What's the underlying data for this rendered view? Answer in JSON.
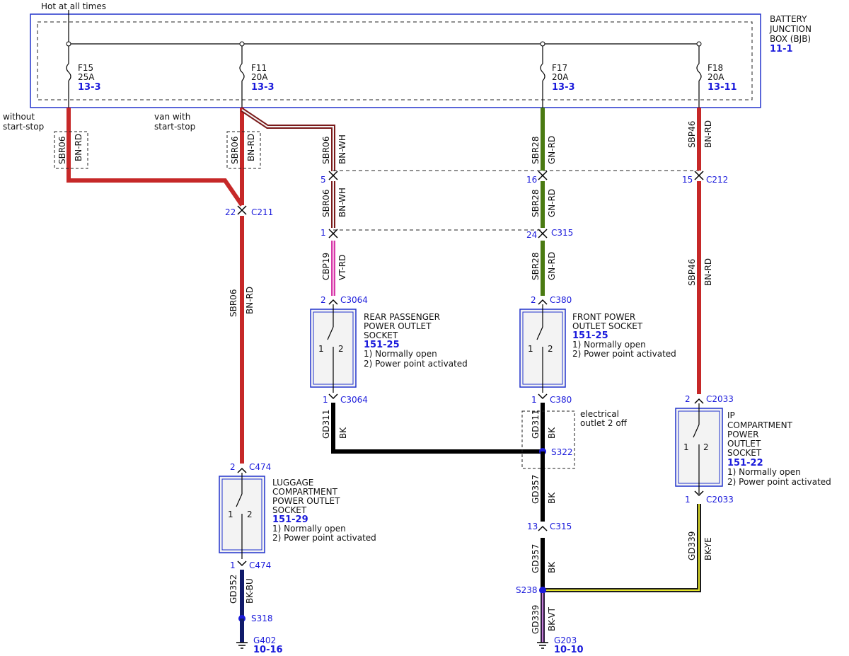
{
  "header": {
    "hot_label": "Hot at all times"
  },
  "bjb": {
    "title_lines": [
      "BATTERY",
      "JUNCTION",
      "BOX (BJB)"
    ],
    "ref": "11-1"
  },
  "fuses": [
    {
      "id": "F15",
      "amps": "25A",
      "ref": "13-3"
    },
    {
      "id": "F11",
      "amps": "20A",
      "ref": "13-3"
    },
    {
      "id": "F17",
      "amps": "20A",
      "ref": "13-3"
    },
    {
      "id": "F18",
      "amps": "20A",
      "ref": "13-11"
    }
  ],
  "variants": {
    "without_lines": [
      "without",
      "start-stop"
    ],
    "with_lines": [
      "van with",
      "start-stop"
    ]
  },
  "wires": {
    "sbr06": "SBR06",
    "bn_rd": "BN-RD",
    "bn_wh": "BN-WH",
    "sbr28": "SBR28",
    "gn_rd": "GN-RD",
    "sbp46": "SBP46",
    "cbp19": "CBP19",
    "vt_rd": "VT-RD",
    "gd311": "GD311",
    "bk": "BK",
    "gd357": "GD357",
    "gd352": "GD352",
    "bk_bu": "BK-BU",
    "gd339": "GD339",
    "bk_ye": "BK-YE",
    "bk_vt": "BK-VT"
  },
  "connectors": {
    "c211": {
      "pin": "22",
      "name": "C211"
    },
    "c212_a": {
      "pin": "5"
    },
    "c212_b": {
      "pin": "16"
    },
    "c212_c": {
      "pin": "15",
      "name": "C212"
    },
    "c315_a": {
      "pin": "1"
    },
    "c315_b": {
      "pin": "24",
      "name": "C315"
    },
    "c3064_top": {
      "pin": "2",
      "name": "C3064"
    },
    "c380_top": {
      "pin": "2",
      "name": "C380"
    },
    "c3064_bot": {
      "pin": "1",
      "name": "C3064"
    },
    "c380_bot": {
      "pin": "1",
      "name": "C380"
    },
    "c474_top": {
      "pin": "2",
      "name": "C474"
    },
    "c474_bot": {
      "pin": "1",
      "name": "C474"
    },
    "c2033_top": {
      "pin": "2",
      "name": "C2033"
    },
    "c2033_bot": {
      "pin": "1",
      "name": "C2033"
    },
    "c315_lower": {
      "pin": "13",
      "name": "C315"
    }
  },
  "splices": {
    "s322": "S322",
    "s318": "S318",
    "s238": "S238"
  },
  "grounds": {
    "g402": {
      "name": "G402",
      "ref": "10-16"
    },
    "g203": {
      "name": "G203",
      "ref": "10-10"
    }
  },
  "components": {
    "rear": {
      "lines": [
        "REAR PASSENGER",
        "POWER OUTLET",
        "SOCKET"
      ],
      "ref": "151-25",
      "notes": [
        "1) Normally open",
        "2) Power point activated"
      ]
    },
    "front": {
      "lines": [
        "FRONT POWER",
        "OUTLET SOCKET"
      ],
      "ref": "151-25",
      "notes": [
        "1) Normally open",
        "2) Power point activated"
      ]
    },
    "luggage": {
      "lines": [
        "LUGGAGE",
        "COMPARTMENT",
        "POWER OUTLET",
        "SOCKET"
      ],
      "ref": "151-29",
      "notes": [
        "1) Normally open",
        "2) Power point activated"
      ]
    },
    "ip": {
      "lines": [
        "IP",
        "COMPARTMENT",
        "POWER",
        "OUTLET",
        "SOCKET"
      ],
      "ref": "151-22",
      "notes": [
        "1) Normally open",
        "2) Power point activated"
      ]
    }
  },
  "switch_pins": {
    "p1": "1",
    "p2": "2"
  },
  "electrical_note_lines": [
    "electrical",
    "outlet 2 off"
  ]
}
